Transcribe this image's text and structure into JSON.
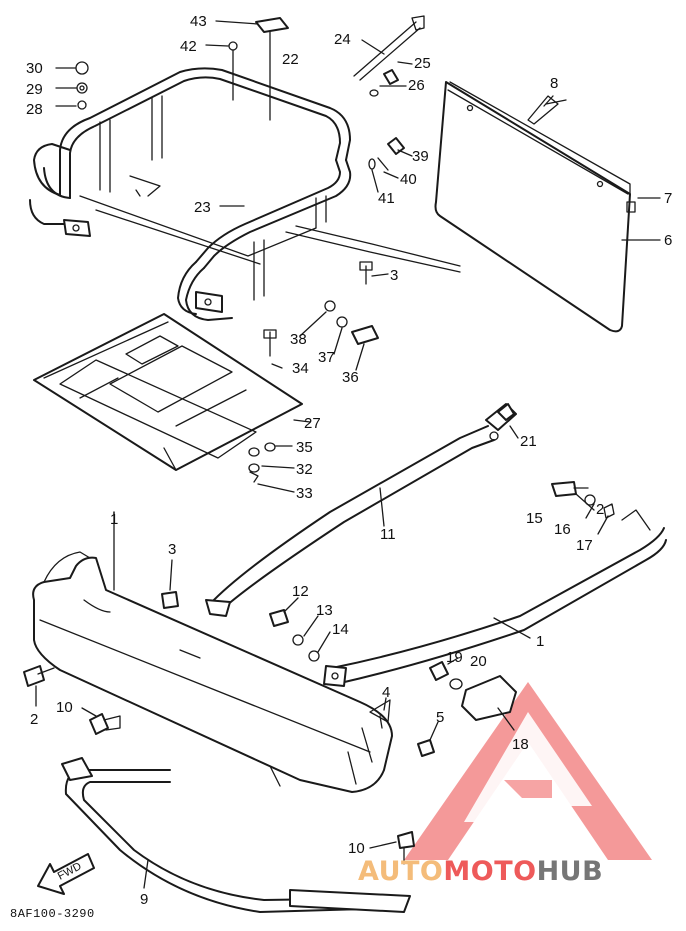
{
  "diagram": {
    "drawing_code": "8AF100-3290",
    "fwd_label": "FWD",
    "callouts": [
      {
        "id": "43",
        "text": "43"
      },
      {
        "id": "42",
        "text": "42"
      },
      {
        "id": "22",
        "text": "22"
      },
      {
        "id": "24",
        "text": "24"
      },
      {
        "id": "25",
        "text": "25"
      },
      {
        "id": "26",
        "text": "26"
      },
      {
        "id": "8",
        "text": "8"
      },
      {
        "id": "30",
        "text": "30"
      },
      {
        "id": "29",
        "text": "29"
      },
      {
        "id": "28",
        "text": "28"
      },
      {
        "id": "39",
        "text": "39"
      },
      {
        "id": "40",
        "text": "40"
      },
      {
        "id": "41",
        "text": "41"
      },
      {
        "id": "7",
        "text": "7"
      },
      {
        "id": "23",
        "text": "23"
      },
      {
        "id": "6",
        "text": "6"
      },
      {
        "id": "3a",
        "text": "3"
      },
      {
        "id": "38",
        "text": "38"
      },
      {
        "id": "37",
        "text": "37"
      },
      {
        "id": "36",
        "text": "36"
      },
      {
        "id": "34",
        "text": "34"
      },
      {
        "id": "27",
        "text": "27"
      },
      {
        "id": "35",
        "text": "35"
      },
      {
        "id": "32",
        "text": "32"
      },
      {
        "id": "33",
        "text": "33"
      },
      {
        "id": "21",
        "text": "21"
      },
      {
        "id": "11",
        "text": "11"
      },
      {
        "id": "1a",
        "text": "1"
      },
      {
        "id": "3b",
        "text": "3"
      },
      {
        "id": "15",
        "text": "15"
      },
      {
        "id": "16",
        "text": "16"
      },
      {
        "id": "2a",
        "text": "2"
      },
      {
        "id": "17",
        "text": "17"
      },
      {
        "id": "12",
        "text": "12"
      },
      {
        "id": "13",
        "text": "13"
      },
      {
        "id": "14",
        "text": "14"
      },
      {
        "id": "1b",
        "text": "1"
      },
      {
        "id": "19",
        "text": "19"
      },
      {
        "id": "20",
        "text": "20"
      },
      {
        "id": "2b",
        "text": "2"
      },
      {
        "id": "10a",
        "text": "10"
      },
      {
        "id": "4",
        "text": "4"
      },
      {
        "id": "5",
        "text": "5"
      },
      {
        "id": "18",
        "text": "18"
      },
      {
        "id": "10b",
        "text": "10"
      },
      {
        "id": "9",
        "text": "9"
      }
    ]
  },
  "watermark": {
    "part1": "AUTO",
    "part2": "MOTO",
    "part3": "HUB",
    "color_light": "#f4bc7a",
    "color_red": "#ee5a5a",
    "color_gray": "#767676"
  }
}
